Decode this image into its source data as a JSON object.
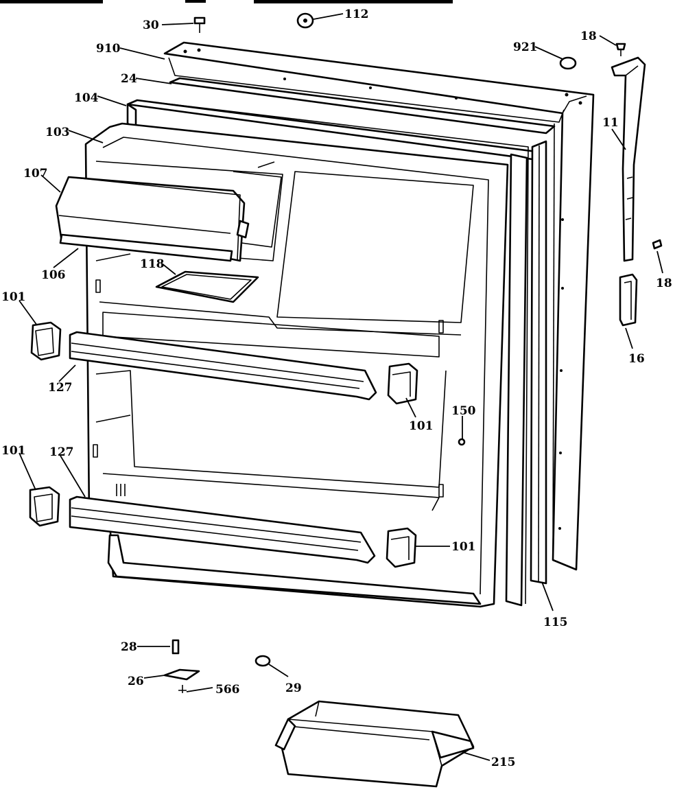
{
  "diagram": {
    "callouts": [
      "30",
      "112",
      "910",
      "24",
      "104",
      "103",
      "107",
      "106",
      "118",
      "101",
      "101",
      "127",
      "101",
      "127",
      "101",
      "150",
      "921",
      "18",
      "11",
      "18",
      "16",
      "115",
      "28",
      "26",
      "566",
      "29",
      "215"
    ]
  }
}
